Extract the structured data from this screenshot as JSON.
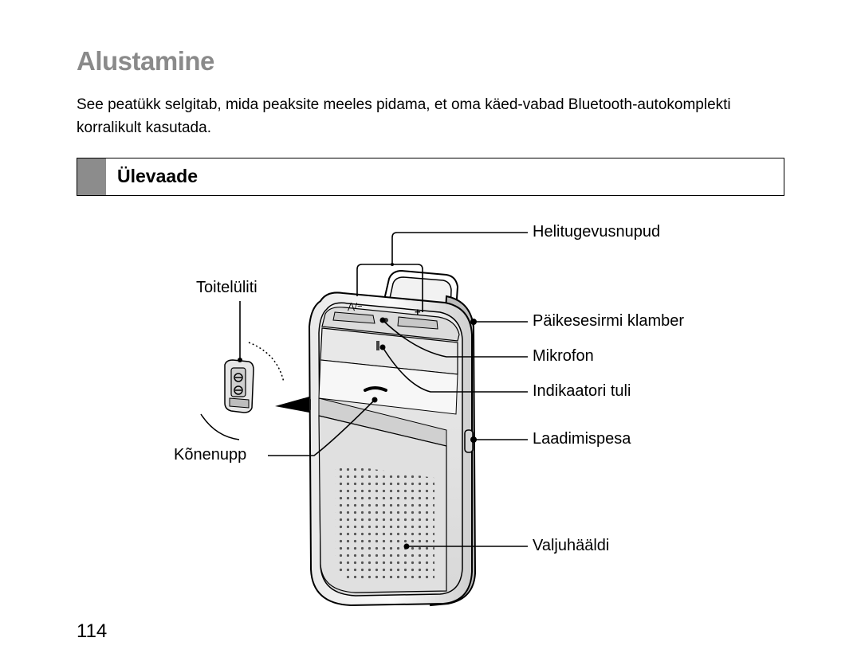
{
  "header": {
    "title": "Alustamine"
  },
  "intro": {
    "text": "See peatükk selgitab, mida peaksite meeles pidama, et oma käed-vabad Bluetooth-autokomplekti korralikult kasutada."
  },
  "section": {
    "title": "Ülevaade"
  },
  "figure": {
    "callouts": {
      "volume_buttons": "Helitugevusnupud",
      "power_switch": "Toitelüliti",
      "sun_visor_clip": "Päikesesirmi klamber",
      "microphone": "Mikrofon",
      "indicator_light": "Indikaatori tuli",
      "call_button": "Kõnenupp",
      "charging_port": "Laadimispesa",
      "speaker": "Valjuhääldi"
    },
    "colors": {
      "outline": "#000000",
      "body_light": "#f4f4f4",
      "body_mid": "#d6d6d6",
      "body_dark": "#9a9a9a"
    }
  },
  "footer": {
    "page_number": "114"
  }
}
